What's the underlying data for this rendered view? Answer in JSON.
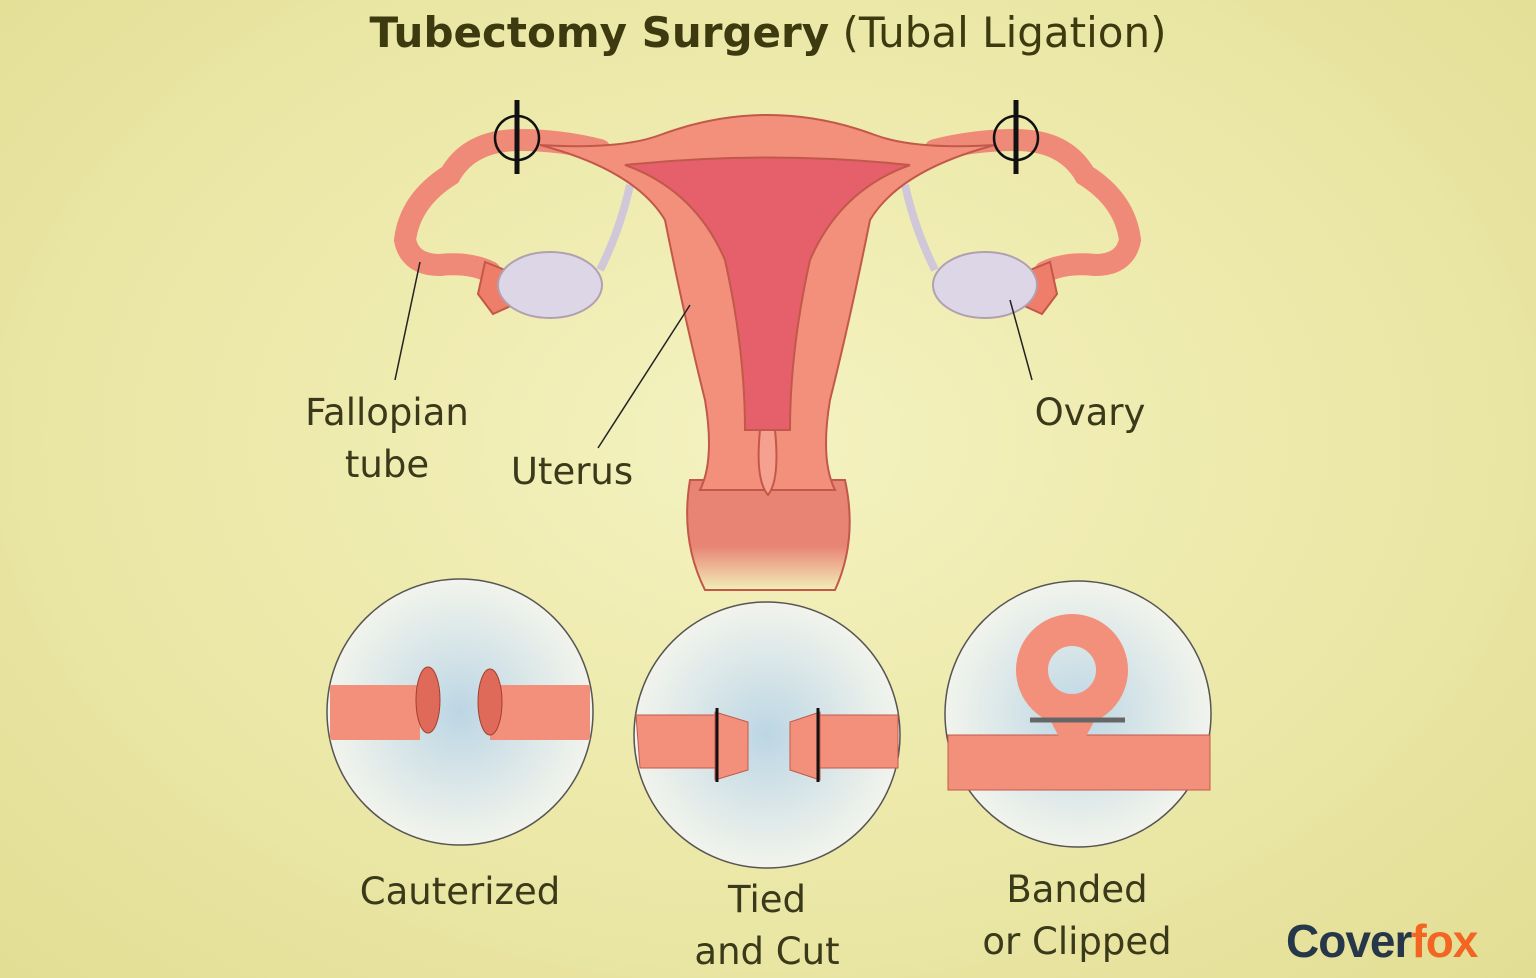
{
  "title": {
    "bold": "Tubectomy Surgery",
    "normal": "(Tubal Ligation)"
  },
  "labels": {
    "fallopian_tube": [
      "Fallopian",
      "tube"
    ],
    "uterus": "Uterus",
    "ovary": "Ovary"
  },
  "methods": [
    {
      "lines": [
        "Cauterized"
      ]
    },
    {
      "lines": [
        "Tied",
        "and Cut"
      ]
    },
    {
      "lines": [
        "Banded",
        "or Clipped"
      ]
    }
  ],
  "logo": {
    "part1": "Cover",
    "part2": "fox"
  },
  "colors": {
    "tissue": "#f2907c",
    "outline": "#c2584a",
    "background": "#ece8a8",
    "logo_dark": "#27374a",
    "logo_orange": "#f26522"
  }
}
